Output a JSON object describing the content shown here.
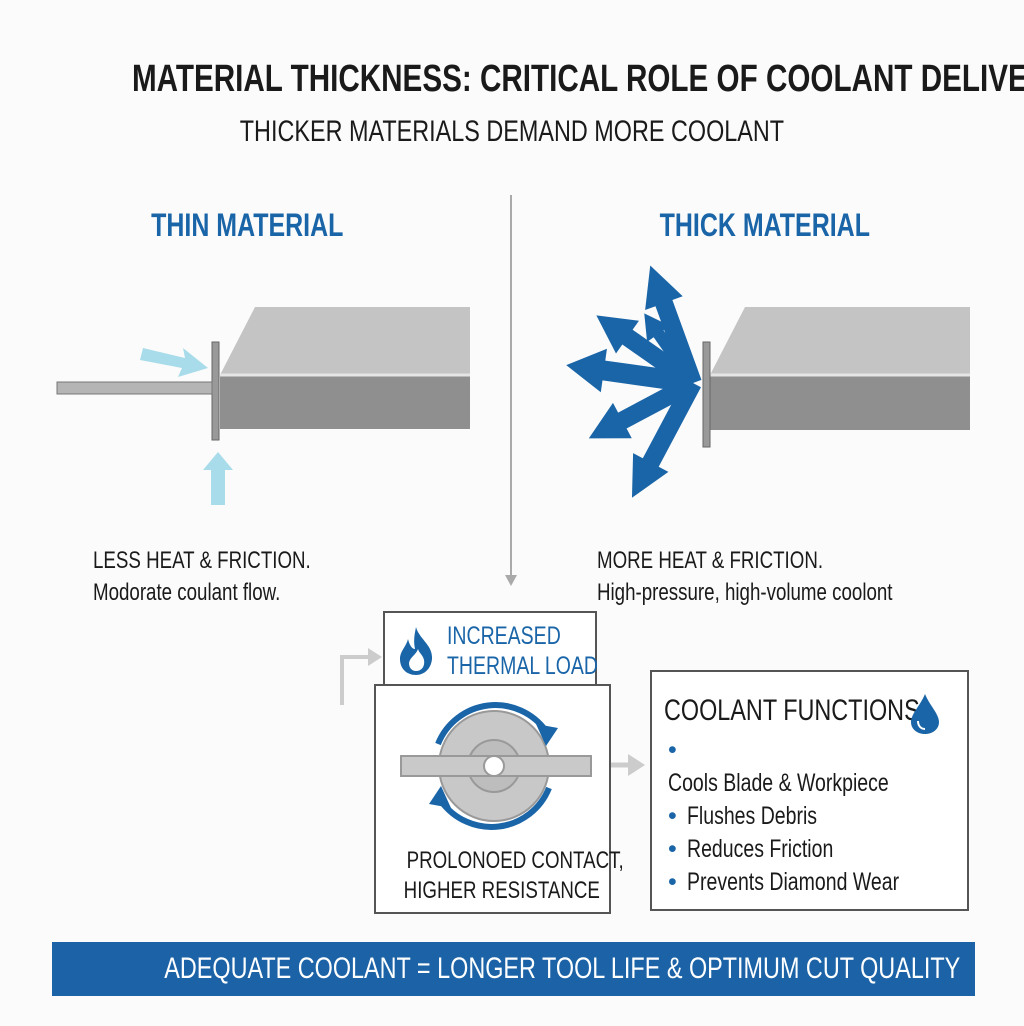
{
  "title": "MATERIAL THICKNESS: CRITICAL ROLE OF COOLANT DELIVERY",
  "subtitle": "THICKER MATERIALS DEMAND MORE COOLANT",
  "thin": {
    "heading": "THIN MATERIAL",
    "line1": "LESS HEAT & FRICTION.",
    "line2": "Modorate coulant flow."
  },
  "thick": {
    "heading": "THICK MATERIAL",
    "line1": "MORE HEAT & FRICTION.",
    "line2": "High-pressure, high-volume coolont"
  },
  "thermal": {
    "line1": "INCREASED",
    "line2": "THERMAL LOAD",
    "icon": "flame-icon"
  },
  "contact": {
    "line1": "PROLONOED CONTACT,",
    "line2": "HIGHER RESISTANCE"
  },
  "functions": {
    "heading": "COOLANT FUNCTIONS",
    "icon": "droplet-icon",
    "items": [
      "Cools Blade & Workpiece",
      "Flushes Debris",
      "Reduces Friction",
      "Prevents Diamond Wear"
    ]
  },
  "banner": "ADEQUATE COOLANT = LONGER TOOL LIFE & OPTIMUM CUT QUALITY",
  "colors": {
    "accent": "#1a65a8",
    "light_arrow": "#a8dcea",
    "steel": "#a9a9a9"
  }
}
